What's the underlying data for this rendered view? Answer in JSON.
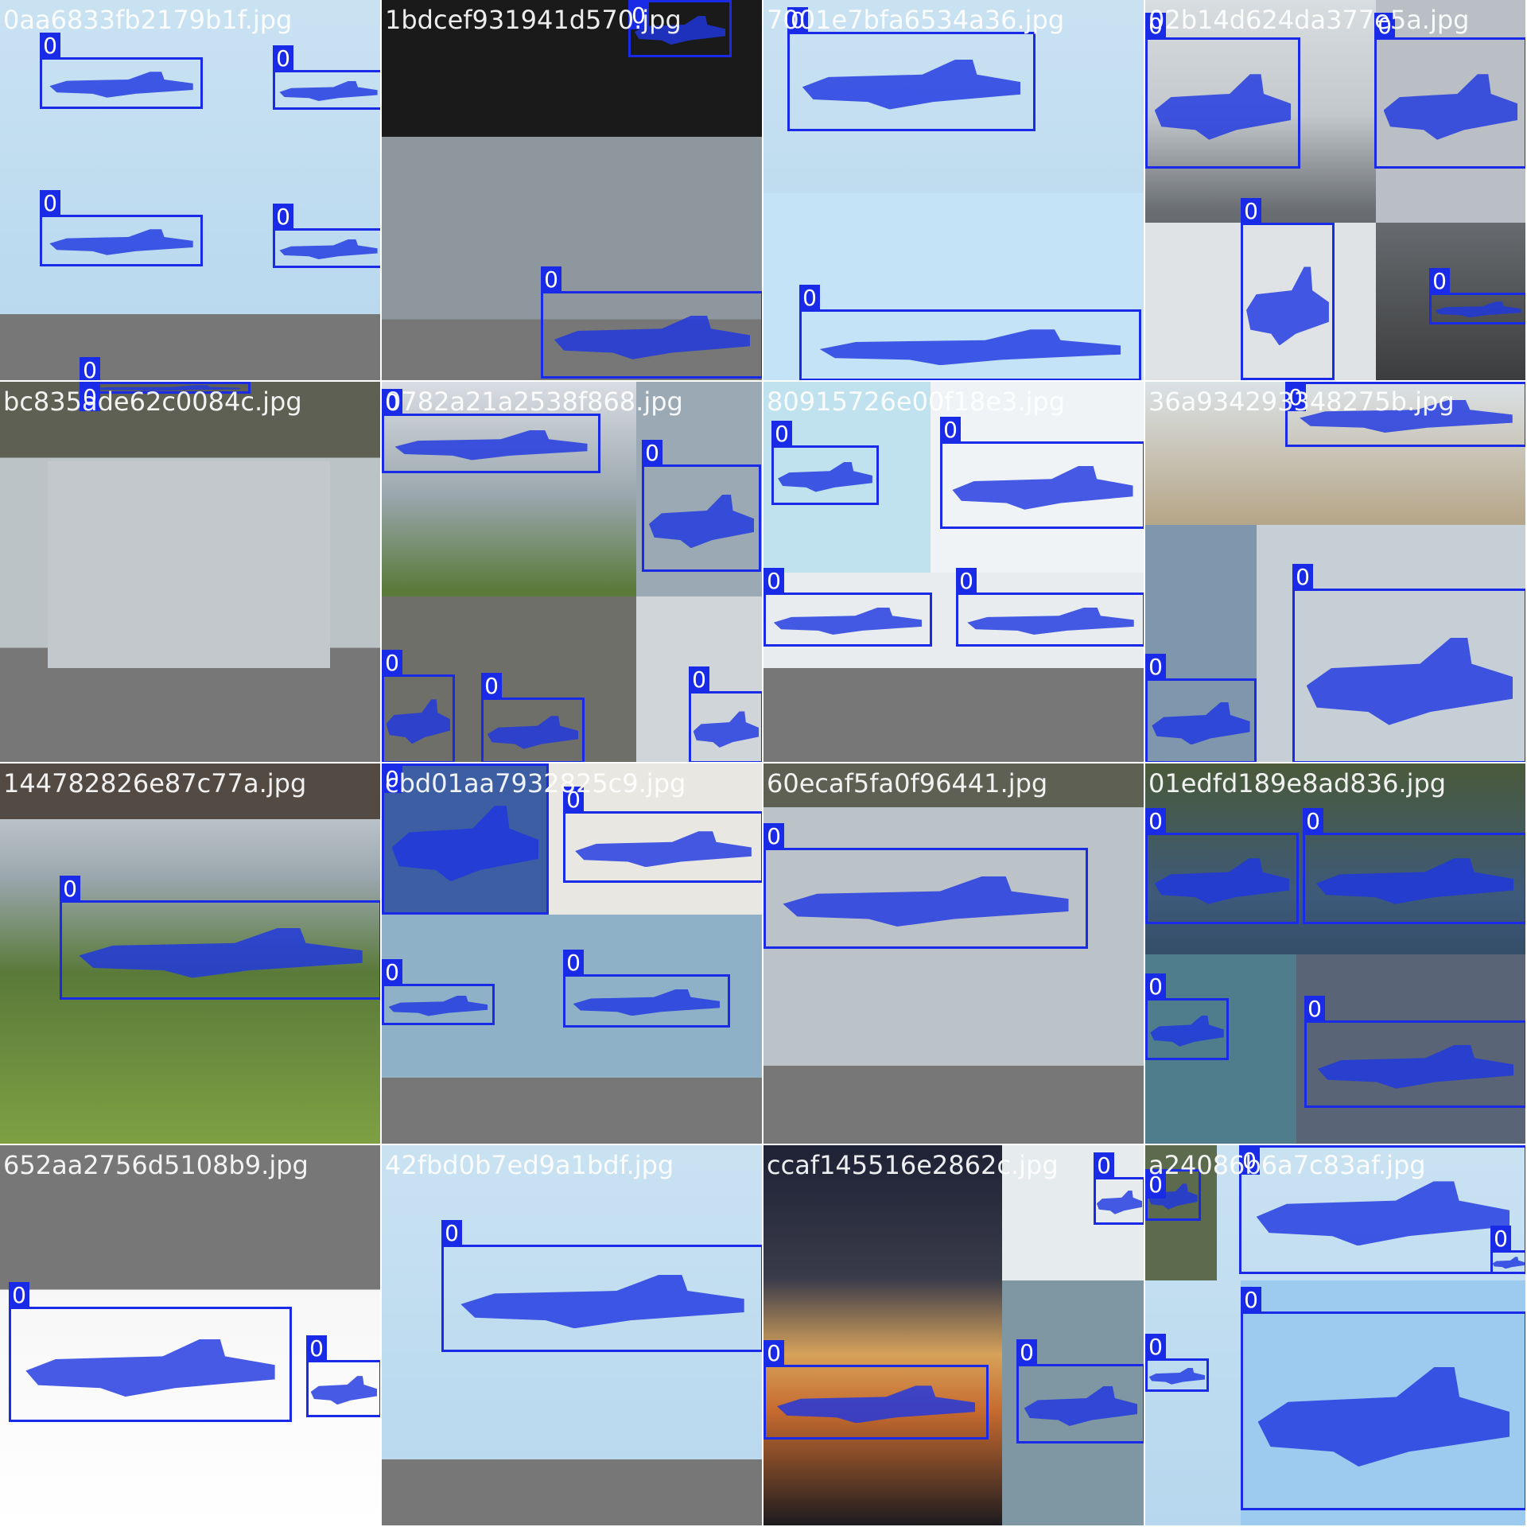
{
  "class_label": "0",
  "colors": {
    "box": "#1a2be8",
    "mask": "rgba(30,55,225,0.82)",
    "label_text": "#ffffff",
    "pad_gray": "#777777",
    "separator": "#ffffff"
  },
  "tiles": [
    {
      "filename": "0aa6833fb2179b1f.jpg",
      "background": "sky"
    },
    {
      "filename": "1bdcef931941d570.jpg",
      "background": "dark-gray"
    },
    {
      "filename": "7001e7bfa6534a36.jpg",
      "background": "sky"
    },
    {
      "filename": "02b14d624da377e5a.jpg",
      "background": "airfield"
    },
    {
      "filename": "bc835ade62c0084c.jpg",
      "background": "gray"
    },
    {
      "filename": "0782a21a2538f868.jpg",
      "background": "grass"
    },
    {
      "filename": "80915726e00f18e3.jpg",
      "background": "sky"
    },
    {
      "filename": "36a934293348275b.jpg",
      "background": "field"
    },
    {
      "filename": "144782826e87c77a.jpg",
      "background": "grass"
    },
    {
      "filename": "cbd01aa7932825c9.jpg",
      "background": "sky"
    },
    {
      "filename": "60ecaf5fa0f96441.jpg",
      "background": "gray"
    },
    {
      "filename": "01edfd189e8ad836.jpg",
      "background": "water"
    },
    {
      "filename": "652aa2756d5108b9.jpg",
      "background": "white"
    },
    {
      "filename": "42fbd0b7ed9a1bdf.jpg",
      "background": "sky"
    },
    {
      "filename": "ccaf145516e2862c.jpg",
      "background": "sunset"
    },
    {
      "filename": "a24086b6a7c83af.jpg",
      "background": "sky"
    }
  ]
}
